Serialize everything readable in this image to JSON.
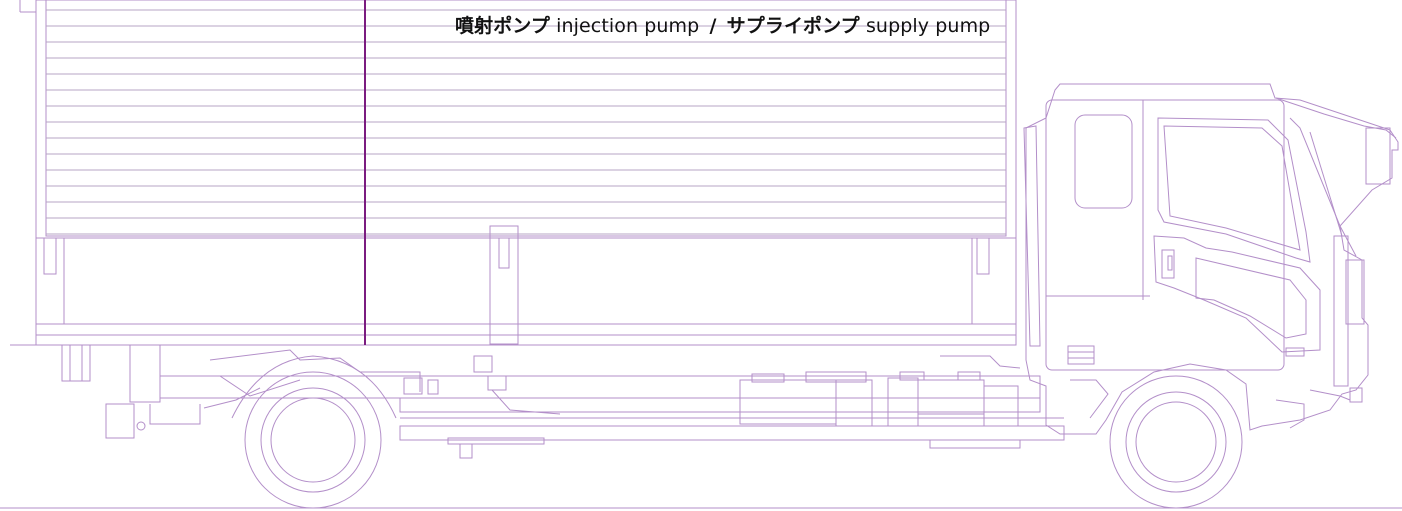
{
  "label": {
    "pump_ja": "噴射ポンプ",
    "pump_en": "injection pump",
    "separator": "/",
    "supply_ja": "サプライポンプ",
    "supply_en": "supply pump"
  },
  "colors": {
    "outline": "#b38fc9",
    "indicator": "#7b1c80",
    "text": "#111111"
  }
}
